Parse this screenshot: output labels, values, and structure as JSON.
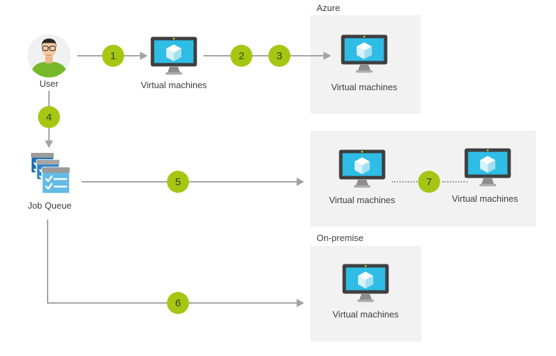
{
  "sections": {
    "azure": {
      "title": "Azure"
    },
    "on_premise": {
      "title": "On-premise"
    }
  },
  "nodes": {
    "user": {
      "label": "User"
    },
    "entry_vm": {
      "label": "Virtual machines"
    },
    "azure_vm": {
      "label": "Virtual machines"
    },
    "job_queue": {
      "label": "Job Queue"
    },
    "group_vm_left": {
      "label": "Virtual machines"
    },
    "group_vm_right": {
      "label": "Virtual machines"
    },
    "onprem_vm": {
      "label": "Virtual machines"
    }
  },
  "steps": [
    "1",
    "2",
    "3",
    "4",
    "5",
    "6",
    "7"
  ],
  "connections": [
    {
      "from": "user",
      "to": "entry_vm",
      "step": "1"
    },
    {
      "from": "entry_vm",
      "to": "azure_vm",
      "step": "2,3"
    },
    {
      "from": "user",
      "to": "job_queue",
      "step": "4"
    },
    {
      "from": "job_queue",
      "to": "vm_group",
      "step": "5"
    },
    {
      "from": "job_queue",
      "to": "onprem_vm",
      "step": "6"
    },
    {
      "from": "group_vm_left",
      "to": "group_vm_right",
      "step": "7",
      "style": "dotted"
    }
  ],
  "colors": {
    "lime": "#a5c713",
    "arrow": "#a3a3a3",
    "box_bg": "#f2f2f2",
    "screen": "#2fbde6",
    "bezel": "#3f3f3f",
    "text": "#3d3d3d"
  }
}
